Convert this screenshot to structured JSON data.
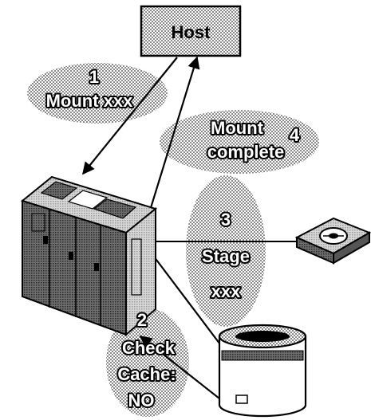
{
  "host": {
    "label": "Host"
  },
  "steps": [
    {
      "number": "1",
      "lines": [
        "Mount xxx"
      ]
    },
    {
      "number": "2",
      "lines": [
        "Check",
        "Cache:",
        "NO"
      ]
    },
    {
      "number": "3",
      "lines": [
        "Stage",
        "xxx"
      ]
    },
    {
      "number": "4",
      "lines": [
        "Mount",
        "complete"
      ]
    }
  ]
}
